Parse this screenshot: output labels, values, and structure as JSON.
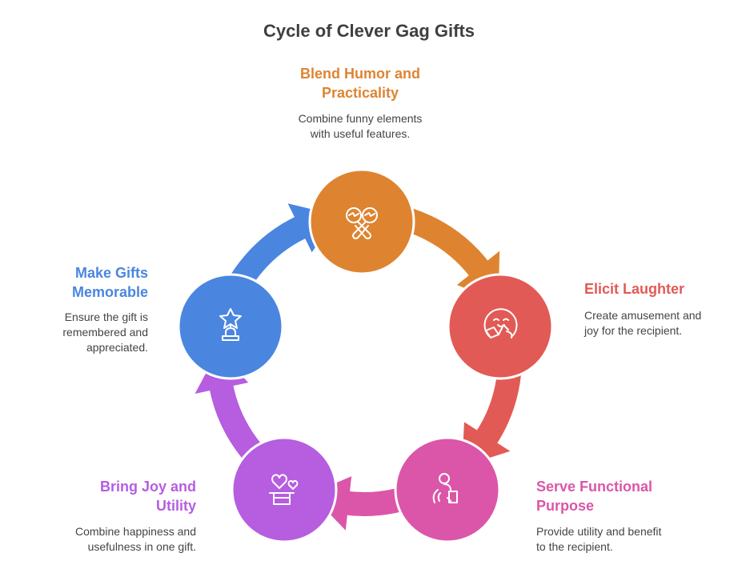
{
  "title": "Cycle of Clever Gag Gifts",
  "steps": [
    {
      "label_1": "Blend Humor and",
      "label_2": "Practicality",
      "desc_1": "Combine funny elements",
      "desc_2": "with useful features.",
      "color": "#DE8431",
      "icon": "maracas-icon"
    },
    {
      "label_1": "Elicit Laughter",
      "desc_1": "Create amusement and",
      "desc_2": "joy for the recipient.",
      "color": "#E25A55",
      "icon": "laughing-reader-icon"
    },
    {
      "label_1": "Serve Functional",
      "label_2": "Purpose",
      "desc_1": "Provide utility and benefit",
      "desc_2": "to the recipient.",
      "color": "#DB56A8",
      "icon": "person-tapping-device-icon"
    },
    {
      "label_1": "Bring Joy and",
      "label_2": "Utility",
      "desc_1": "Combine happiness and",
      "desc_2": "usefulness in one gift.",
      "color": "#B65DE0",
      "icon": "hat-with-hearts-icon"
    },
    {
      "label_1": "Make Gifts",
      "label_2": "Memorable",
      "desc_1": "Ensure the gift is",
      "desc_2": "remembered and",
      "desc_3": "appreciated.",
      "color": "#4A86E0",
      "icon": "star-trophy-icon"
    }
  ]
}
